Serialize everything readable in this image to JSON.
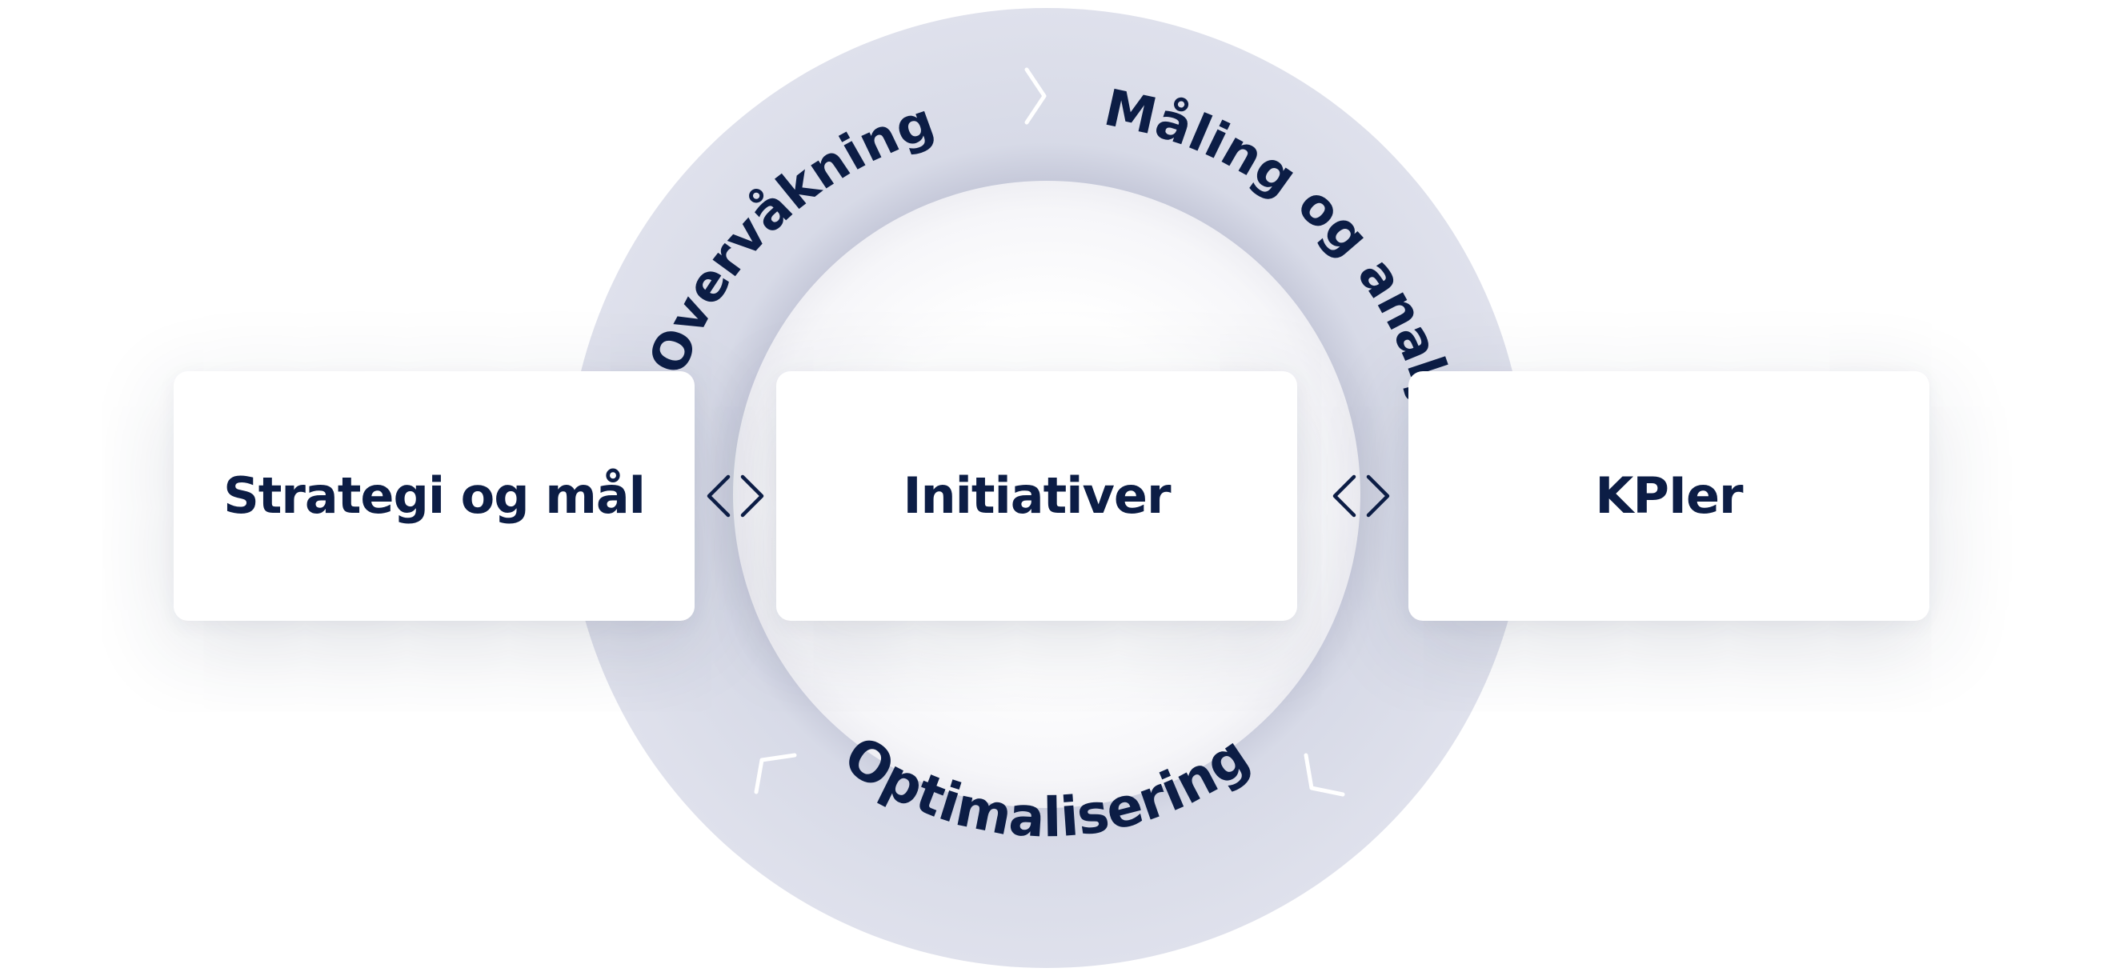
{
  "cycle": {
    "stages": [
      {
        "label": "Overvåkning"
      },
      {
        "label": "Måling og analyse"
      },
      {
        "label": "Optimalisering"
      }
    ]
  },
  "boxes": [
    {
      "label": "Strategi og mål"
    },
    {
      "label": "Initiativer"
    },
    {
      "label": "KPIer"
    }
  ],
  "colors": {
    "text": "#0c1d45",
    "ring": "#dcdfeb",
    "ring_shade": "#c9ccdc",
    "card": "#ffffff",
    "connector": "#0c1d45",
    "cycle_arrow": "#ffffff"
  },
  "icons": {
    "connector": "chevron-pair-icon",
    "cycle_arrow": "chevron-icon"
  }
}
